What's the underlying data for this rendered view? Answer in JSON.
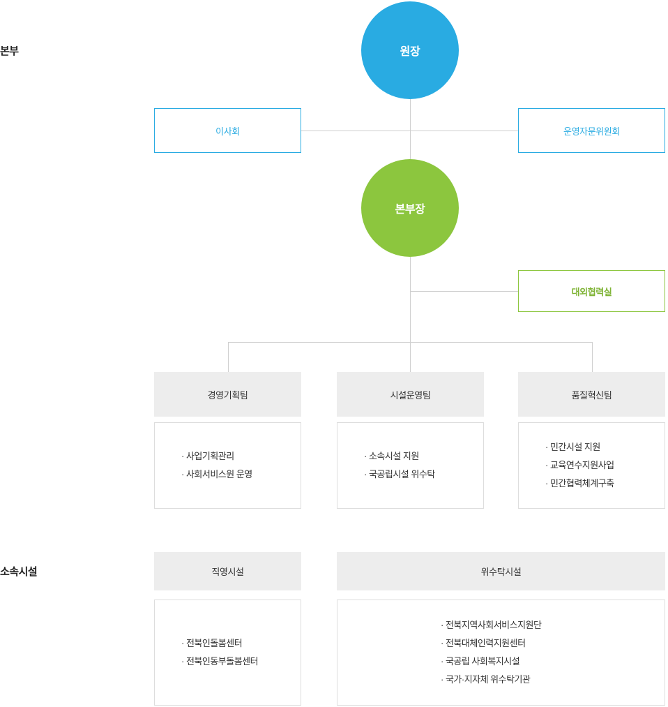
{
  "side_labels": {
    "headquarters": "본부",
    "facilities": "소속시설"
  },
  "nodes": {
    "director": "원장",
    "head_office_chief": "본부장",
    "board": "이사회",
    "advisory_committee": "운영자문위원회",
    "external_cooperation": "대외협력실"
  },
  "teams": [
    {
      "name": "경영기획팀",
      "items": [
        "· 사업기획관리",
        "· 사회서비스원 운영"
      ]
    },
    {
      "name": "시설운영팀",
      "items": [
        "· 소속시설 지원",
        "· 국공립시설 위수탁"
      ]
    },
    {
      "name": "품질혁신팀",
      "items": [
        "· 민간시설 지원",
        "· 교육연수지원사업",
        "· 민간협력체계구축"
      ]
    }
  ],
  "facilities": [
    {
      "name": "직영시설",
      "items": [
        "· 전북인돌봄센터",
        "· 전북인동부돌봄센터"
      ]
    },
    {
      "name": "위수탁시설",
      "items": [
        "· 전북지역사회서비스지원단",
        "· 전북대체인력지원센터",
        "· 국공립 사회복지시설",
        "· 국가·지자체 위수탁기관"
      ]
    }
  ],
  "colors": {
    "director_circle": "#29abe2",
    "chief_circle": "#8cc63e",
    "blue_border": "#29abe2",
    "green_border": "#8cc63e",
    "green_text": "#7eb334",
    "header_bg": "#ededed",
    "line": "#cfcfcf",
    "box_border": "#dddddd"
  }
}
